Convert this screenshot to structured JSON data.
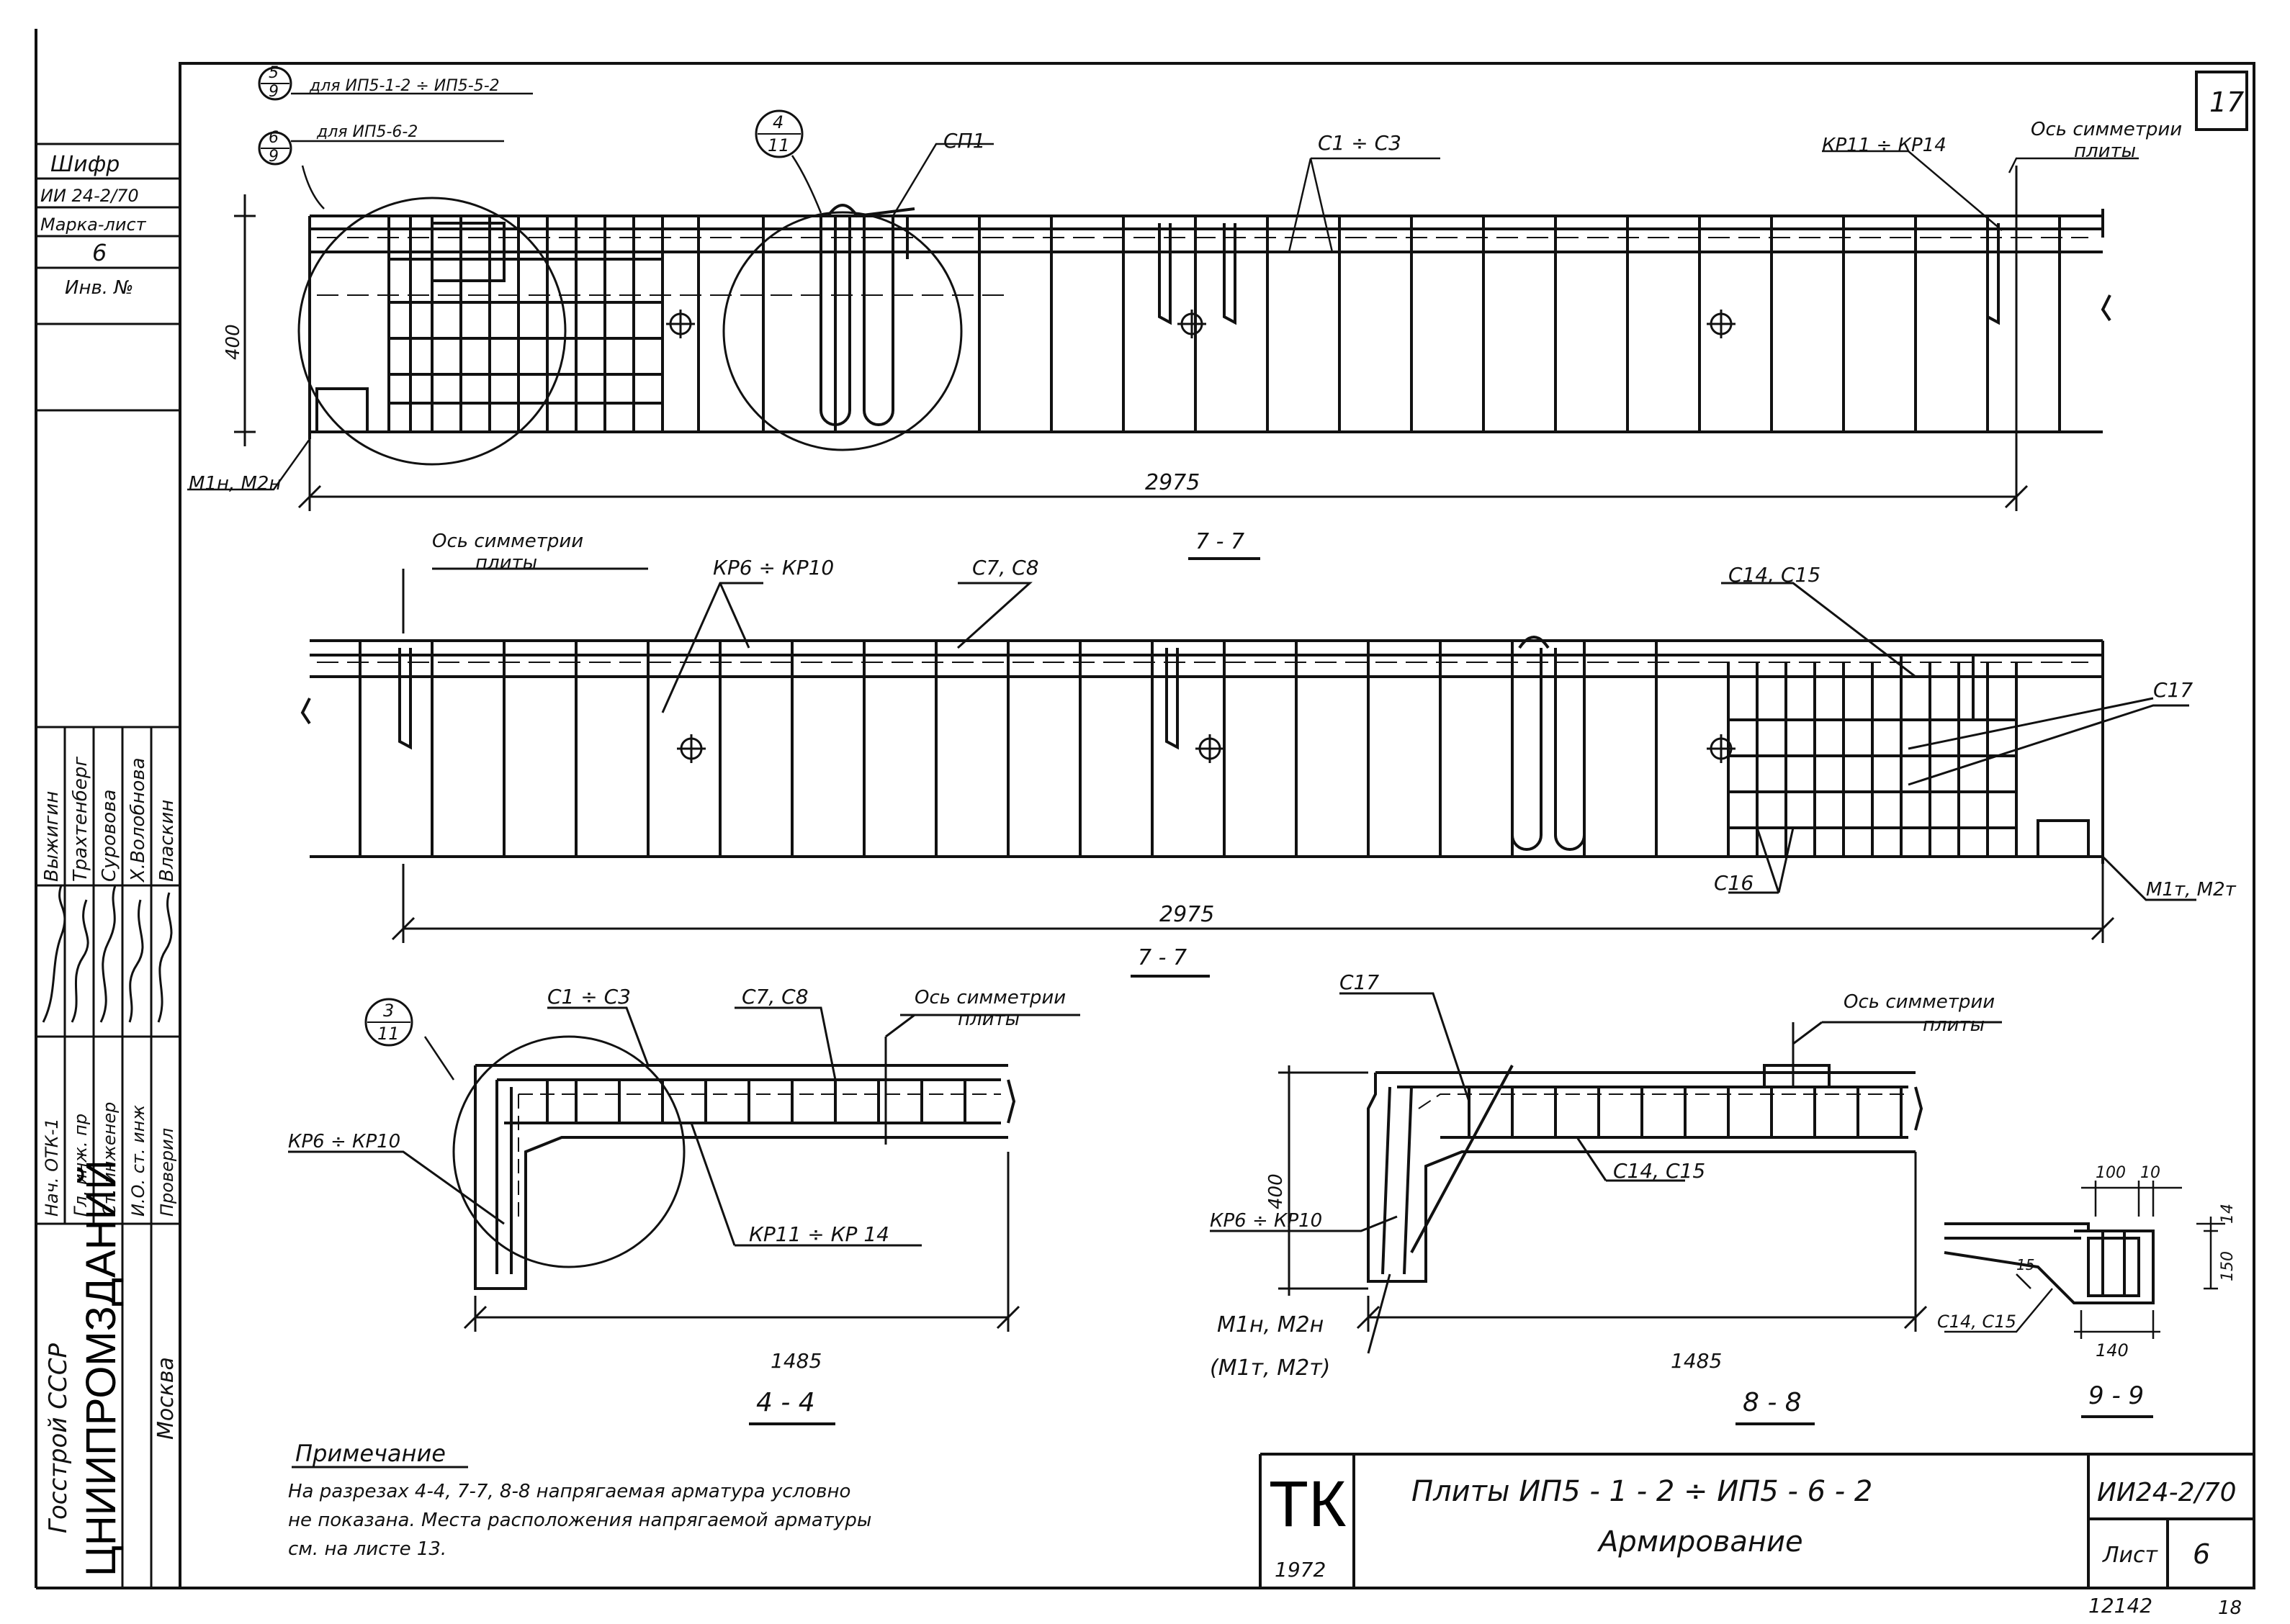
{
  "page_number": "17",
  "stamp": {
    "shifr_label": "Шифр",
    "shifr_value": "ИИ 24-2/70",
    "marka_label": "Марка-лист",
    "marka_value": "6",
    "inv_label": "Инв. №"
  },
  "signatures": {
    "roles": [
      "Нач. ОТК-1",
      "Гл. инж. пр",
      "Ст. инженер",
      "И.О. ст. инж",
      "Проверил"
    ],
    "names": [
      "Выжигин",
      "Трахтенберг",
      "Суровова",
      "Х.Волобнова",
      "Власкин"
    ]
  },
  "org": {
    "gosstroy": "Госстрой СССР",
    "name": "ЦНИИПРОМЗДАНИЙ",
    "city": "Москва"
  },
  "callouts_top": {
    "c5": {
      "num": "5",
      "sheet": "9",
      "text": "для ИП5-1-2 ÷ ИП5-5-2"
    },
    "c6": {
      "num": "6",
      "sheet": "9",
      "text": "для ИП5-6-2"
    },
    "c4": {
      "num": "4",
      "sheet": "11"
    }
  },
  "views": {
    "top": {
      "labels": {
        "sp1": "СП1",
        "c1c3": "С1 ÷ С3",
        "kr11": "КР11 ÷ КР14",
        "axis_1": "Ось симметрии",
        "axis_2": "плиты",
        "m1": "М1н, М2н",
        "h": "400"
      },
      "dim": "2975"
    },
    "middle": {
      "title": "7 - 7",
      "labels": {
        "axis_1": "Ось симметрии",
        "axis_2": "плиты",
        "kr6": "КР6 ÷ КР10",
        "c7c8": "С7, С8",
        "c14": "С14, С15",
        "c17": "С17",
        "c16": "С16",
        "m1t": "М1т, М2т"
      },
      "dim": "2975",
      "below_title": "7 - 7"
    },
    "s44": {
      "title": "4 - 4",
      "callout": {
        "num": "3",
        "sheet": "11"
      },
      "labels": {
        "c1c3": "С1 ÷ С3",
        "c7c8": "С7, С8",
        "axis_1": "Ось симметрии",
        "axis_2": "плиты",
        "kr6": "КР6 ÷ КР10",
        "kr11": "КР11 ÷ КР 14"
      },
      "dim": "1485"
    },
    "s88": {
      "title": "8 - 8",
      "labels": {
        "c17": "С17",
        "axis_1": "Ось симметрии",
        "axis_2": "плиты",
        "c14": "С14, С15",
        "kr6": "КР6 ÷ КР10",
        "m1": "М1н, М2н",
        "m1t": "(М1т, М2т)",
        "h": "400"
      },
      "dim": "1485"
    },
    "s99": {
      "title": "9 - 9",
      "labels": {
        "d100": "100",
        "d10": "10",
        "d14": "14",
        "d150": "150",
        "d140": "140",
        "d15": "15",
        "c14": "С14, С15"
      }
    }
  },
  "note": {
    "heading": "Примечание",
    "lines": [
      "На разрезах 4-4, 7-7, 8-8 напрягаемая арматура условно",
      "не показана. Места расположения напрягаемой арматуры",
      "см. на листе  13."
    ]
  },
  "title_block": {
    "tk": "ТК",
    "year": "1972",
    "title": "Плиты  ИП5 - 1 - 2 ÷ ИП5 - 6 - 2",
    "subtitle": "Армирование",
    "code": "ИИ24-2/70",
    "sheet_label": "Лист",
    "sheet_value": "6"
  },
  "footer": {
    "number": "12142",
    "mark": "18"
  }
}
